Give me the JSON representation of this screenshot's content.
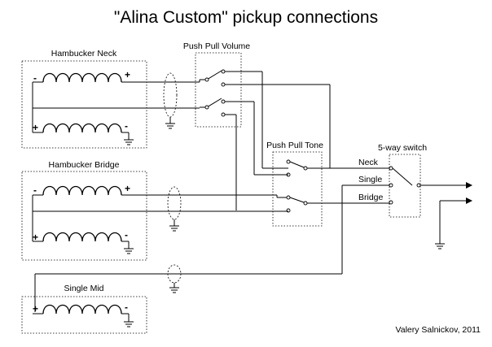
{
  "title": "\"Alina Custom\" pickup connections",
  "credit": "Valery Salnickov, 2011",
  "pickups": {
    "neck": {
      "label": "Hambucker Neck"
    },
    "bridge": {
      "label": "Hambucker Bridge"
    },
    "mid": {
      "label": "Single Mid"
    }
  },
  "pots": {
    "volume": {
      "label": "Push Pull Volume"
    },
    "tone": {
      "label": "Push Pull Tone"
    }
  },
  "switch": {
    "label": "5-way switch",
    "inputs": [
      "Neck",
      "Single",
      "Bridge"
    ]
  },
  "polarity": {
    "plus": "+",
    "minus": "-"
  }
}
